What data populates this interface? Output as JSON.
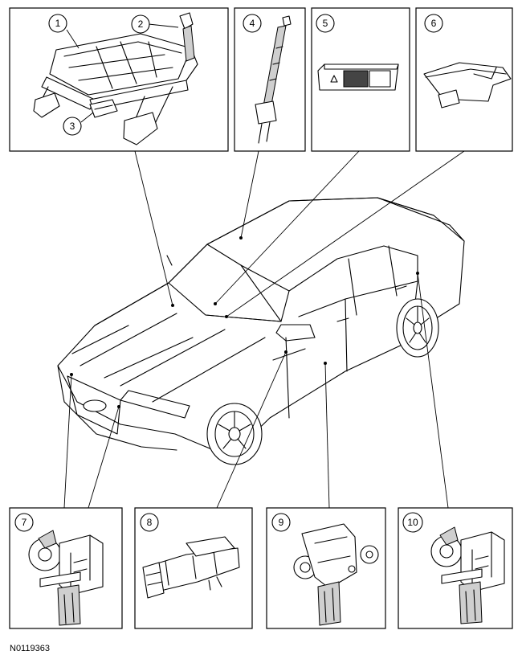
{
  "drawing_id": "N0119363",
  "callouts": [
    "1",
    "2",
    "3",
    "4",
    "5",
    "6",
    "7",
    "8",
    "9",
    "10"
  ]
}
